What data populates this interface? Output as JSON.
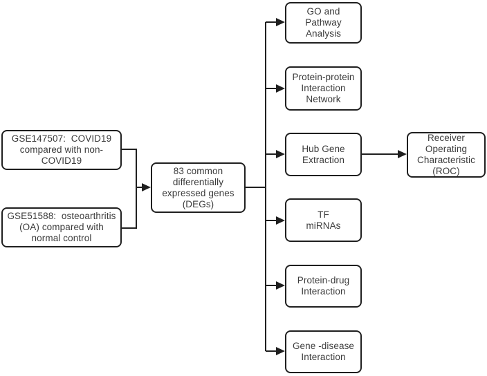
{
  "colors": {
    "line": "#1f1f1f",
    "box_border": "#1f1f1f",
    "box_background": "#ffffff",
    "text": "#3a3a3a"
  },
  "nodes": {
    "gse147507": "GSE147507:  COVID19\ncompared with non-\nCOVID19",
    "gse51588": "GSE51588:  osteoarthritis\n(OA) compared with\nnormal control",
    "degs": "83 common\ndifferentially\nexpressed genes\n(DEGs)",
    "go_pathway": "GO and\nPathway\nAnalysis",
    "ppi": "Protein-protein\nInteraction\nNetwork",
    "hub_gene": "Hub Gene\nExtraction",
    "tf_mirna": "TF\nmiRNAs",
    "protein_drug": "Protein-drug\nInteraction",
    "gene_disease": "Gene -disease\nInteraction",
    "roc": "Receiver\nOperating\nCharacteristic\n(ROC)"
  }
}
